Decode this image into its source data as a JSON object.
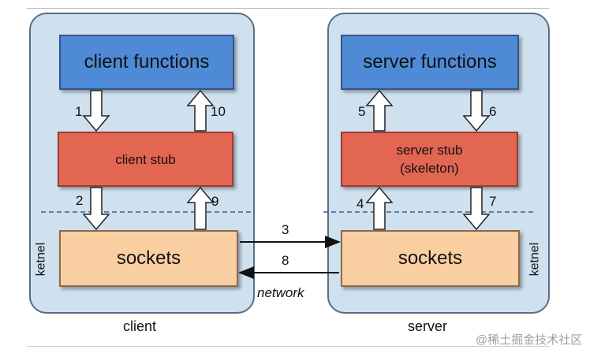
{
  "client": {
    "functions": "client functions",
    "stub": "client stub",
    "sockets": "sockets",
    "kernel": "ketnel",
    "caption": "client"
  },
  "server": {
    "functions": "server functions",
    "stub_line1": "server stub",
    "stub_line2": "(skeleton)",
    "sockets": "sockets",
    "kernel": "ketnel",
    "caption": "server"
  },
  "steps": {
    "s1": "1",
    "s2": "2",
    "s3": "3",
    "s4": "4",
    "s5": "5",
    "s6": "6",
    "s7": "7",
    "s8": "8",
    "s9": "9",
    "s10": "10"
  },
  "network_label": "network",
  "watermark": "@稀土掘金技术社区",
  "colors": {
    "panel": "#cfe0ef",
    "functions": "#4f8ad6",
    "stub": "#e36653",
    "sockets": "#f9cfa2",
    "divider": "#3b5f9a"
  }
}
